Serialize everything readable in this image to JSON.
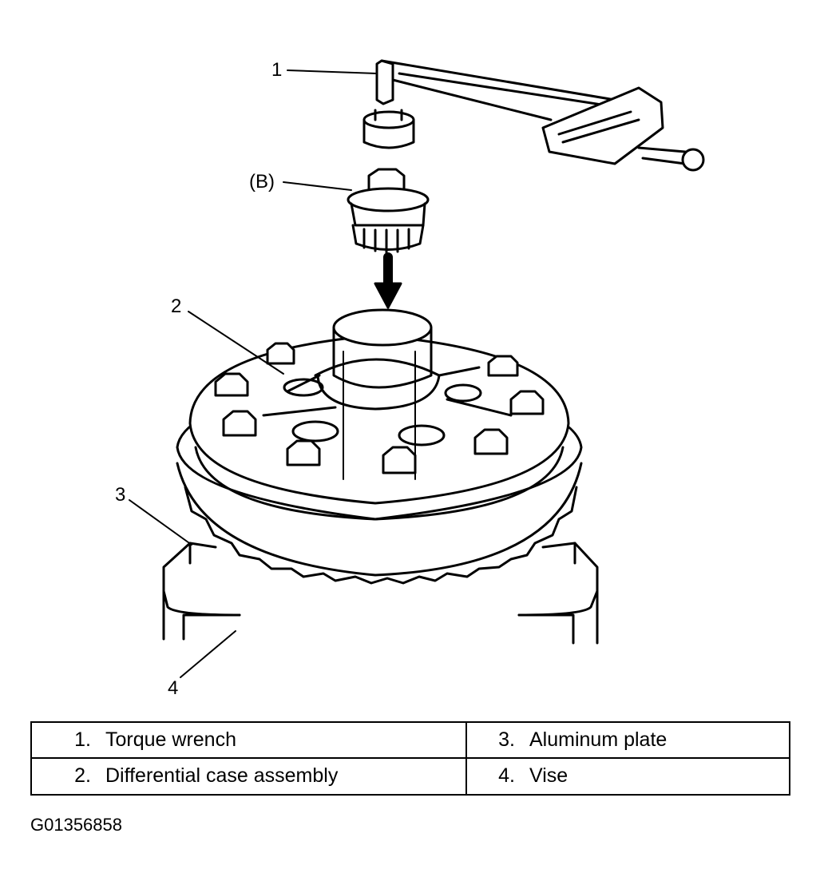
{
  "callouts": {
    "c1": "1",
    "cB": "(B)",
    "c2": "2",
    "c3": "3",
    "c4": "4"
  },
  "legend": [
    {
      "num": "1.",
      "label": "Torque wrench"
    },
    {
      "num": "3.",
      "label": "Aluminum plate"
    },
    {
      "num": "2.",
      "label": "Differential case assembly"
    },
    {
      "num": "4.",
      "label": "Vise"
    }
  ],
  "figure_id": "G01356858"
}
